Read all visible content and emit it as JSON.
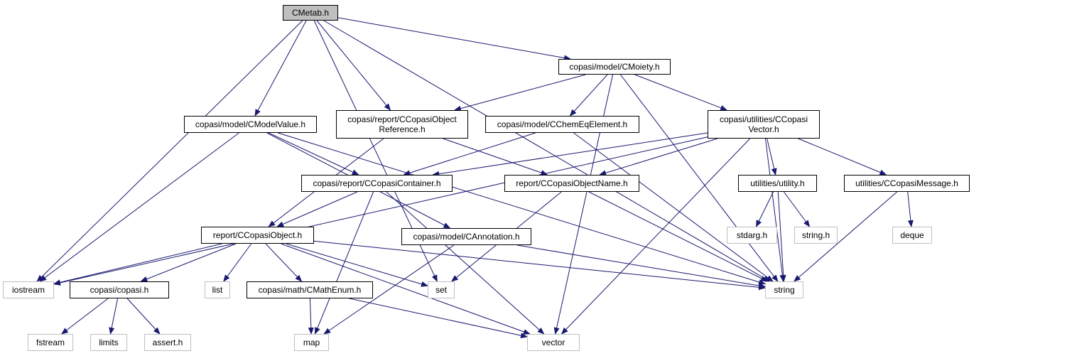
{
  "colors": {
    "edge": "#191970",
    "local_border": "#000000",
    "system_border": "#bfbfbf",
    "root_fill": "#bfbfbf"
  },
  "nodes": [
    {
      "id": "cmetab",
      "label": "CMetab.h",
      "kind": "root"
    },
    {
      "id": "cmoiety",
      "label": "copasi/model/CMoiety.h",
      "kind": "local"
    },
    {
      "id": "cmodelvalue",
      "label": "copasi/model/CModelValue.h",
      "kind": "local"
    },
    {
      "id": "ccopasiobjectref",
      "label": "copasi/report/CCopasiObject\nReference.h",
      "kind": "local"
    },
    {
      "id": "cchemeqelement",
      "label": "copasi/model/CChemEqElement.h",
      "kind": "local"
    },
    {
      "id": "ccopasivector",
      "label": "copasi/utilities/CCopasi\nVector.h",
      "kind": "local"
    },
    {
      "id": "ccopasicontainer",
      "label": "copasi/report/CCopasiContainer.h",
      "kind": "local"
    },
    {
      "id": "ccopasiobjectname",
      "label": "report/CCopasiObjectName.h",
      "kind": "local"
    },
    {
      "id": "utility",
      "label": "utilities/utility.h",
      "kind": "local"
    },
    {
      "id": "ccopasimessage",
      "label": "utilities/CCopasiMessage.h",
      "kind": "local"
    },
    {
      "id": "ccopasiobject",
      "label": "report/CCopasiObject.h",
      "kind": "local"
    },
    {
      "id": "cannotation",
      "label": "copasi/model/CAnnotation.h",
      "kind": "local"
    },
    {
      "id": "stdarg",
      "label": "stdarg.h",
      "kind": "system"
    },
    {
      "id": "stringh",
      "label": "string.h",
      "kind": "system"
    },
    {
      "id": "deque",
      "label": "deque",
      "kind": "system"
    },
    {
      "id": "iostream",
      "label": "iostream",
      "kind": "system"
    },
    {
      "id": "copasih",
      "label": "copasi/copasi.h",
      "kind": "local"
    },
    {
      "id": "list",
      "label": "list",
      "kind": "system"
    },
    {
      "id": "cmathenum",
      "label": "copasi/math/CMathEnum.h",
      "kind": "local"
    },
    {
      "id": "set",
      "label": "set",
      "kind": "system"
    },
    {
      "id": "string",
      "label": "string",
      "kind": "system"
    },
    {
      "id": "fstream",
      "label": "fstream",
      "kind": "system"
    },
    {
      "id": "limits",
      "label": "limits",
      "kind": "system"
    },
    {
      "id": "asserth",
      "label": "assert.h",
      "kind": "system"
    },
    {
      "id": "map",
      "label": "map",
      "kind": "system"
    },
    {
      "id": "vector",
      "label": "vector",
      "kind": "system"
    }
  ],
  "edges": [
    [
      "cmetab",
      "cmoiety"
    ],
    [
      "cmetab",
      "cmodelvalue"
    ],
    [
      "cmetab",
      "ccopasiobjectref"
    ],
    [
      "cmetab",
      "iostream"
    ],
    [
      "cmetab",
      "set"
    ],
    [
      "cmetab",
      "string"
    ],
    [
      "cmoiety",
      "ccopasiobjectref"
    ],
    [
      "cmoiety",
      "cchemeqelement"
    ],
    [
      "cmoiety",
      "ccopasivector"
    ],
    [
      "cmoiety",
      "vector"
    ],
    [
      "cmoiety",
      "string"
    ],
    [
      "cmodelvalue",
      "ccopasicontainer"
    ],
    [
      "cmodelvalue",
      "cannotation"
    ],
    [
      "cmodelvalue",
      "iostream"
    ],
    [
      "cmodelvalue",
      "string"
    ],
    [
      "ccopasiobjectref",
      "ccopasiobject"
    ],
    [
      "ccopasiobjectref",
      "ccopasiobjectname"
    ],
    [
      "cchemeqelement",
      "ccopasicontainer"
    ],
    [
      "cchemeqelement",
      "string"
    ],
    [
      "ccopasivector",
      "ccopasicontainer"
    ],
    [
      "ccopasivector",
      "ccopasiobjectname"
    ],
    [
      "ccopasivector",
      "utility"
    ],
    [
      "ccopasivector",
      "ccopasimessage"
    ],
    [
      "ccopasivector",
      "iostream"
    ],
    [
      "ccopasivector",
      "string"
    ],
    [
      "ccopasivector",
      "vector"
    ],
    [
      "ccopasicontainer",
      "ccopasiobject"
    ],
    [
      "ccopasicontainer",
      "map"
    ],
    [
      "ccopasicontainer",
      "vector"
    ],
    [
      "ccopasiobjectname",
      "set"
    ],
    [
      "ccopasiobjectname",
      "string"
    ],
    [
      "utility",
      "stdarg"
    ],
    [
      "utility",
      "stringh"
    ],
    [
      "utility",
      "string"
    ],
    [
      "ccopasimessage",
      "deque"
    ],
    [
      "ccopasimessage",
      "string"
    ],
    [
      "ccopasiobject",
      "iostream"
    ],
    [
      "ccopasiobject",
      "copasih"
    ],
    [
      "ccopasiobject",
      "list"
    ],
    [
      "ccopasiobject",
      "cmathenum"
    ],
    [
      "ccopasiobject",
      "set"
    ],
    [
      "ccopasiobject",
      "string"
    ],
    [
      "ccopasiobject",
      "vector"
    ],
    [
      "cannotation",
      "string"
    ],
    [
      "cannotation",
      "map"
    ],
    [
      "copasih",
      "fstream"
    ],
    [
      "copasih",
      "limits"
    ],
    [
      "copasih",
      "asserth"
    ],
    [
      "cmathenum",
      "map"
    ],
    [
      "cmathenum",
      "vector"
    ]
  ]
}
